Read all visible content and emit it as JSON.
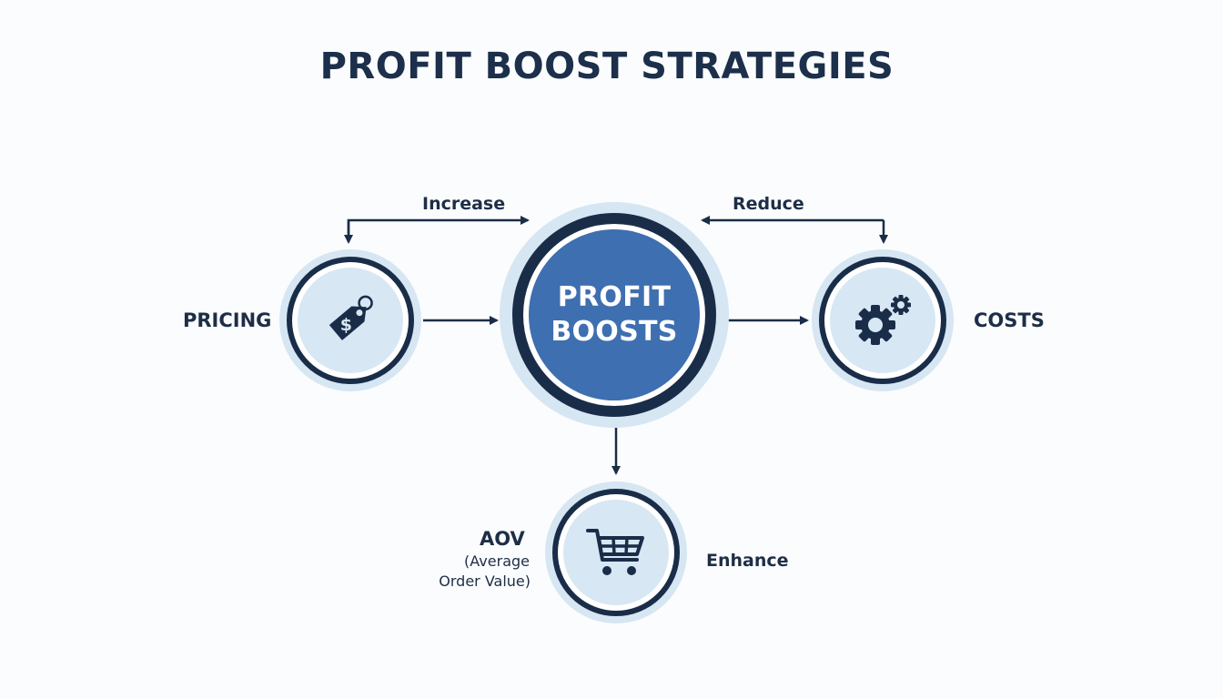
{
  "title": "PROFIT BOOST STRATEGIES",
  "hub": {
    "line1": "PROFIT",
    "line2": "BOOSTS",
    "fill_color": "#3e6fb0"
  },
  "nodes": {
    "pricing": {
      "label": "PRICING",
      "icon": "price-tag-dollar-icon"
    },
    "costs": {
      "label": "COSTS",
      "icon": "gears-icon"
    },
    "aov": {
      "label": "AOV",
      "sub_line1": "(Average",
      "sub_line2": "Order Value)",
      "icon": "shopping-cart-icon"
    }
  },
  "connectors": {
    "increase": "Increase",
    "reduce": "Reduce",
    "enhance": "Enhance"
  },
  "colors": {
    "dark": "#1a2d48",
    "halo": "#d6e6f3",
    "inner": "#d7e7f4",
    "accent": "#3e6fb0"
  }
}
